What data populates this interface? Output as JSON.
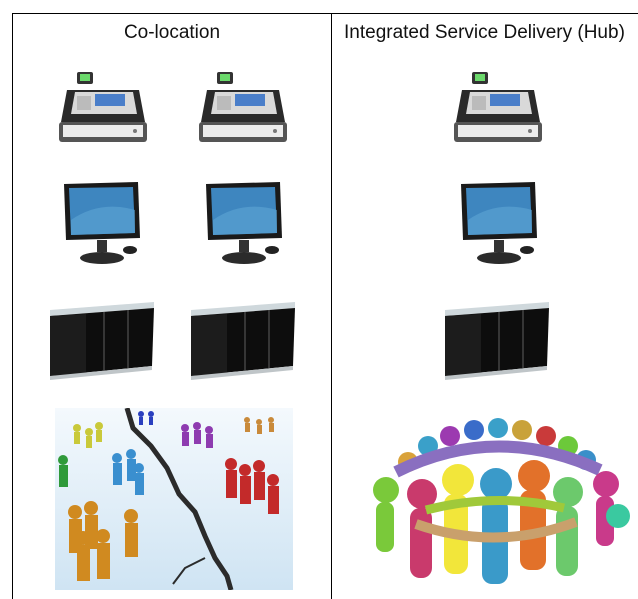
{
  "columns": [
    {
      "title": "Co-location",
      "icons": [
        "cash-register-icon",
        "cash-register-icon",
        "monitor-icon",
        "monitor-icon",
        "reception-desk-icon",
        "reception-desk-icon"
      ],
      "illustration": "divided-people-crowd-image"
    },
    {
      "title": "Integrated Service Delivery (Hub)",
      "icons": [
        "cash-register-icon",
        "monitor-icon",
        "reception-desk-icon"
      ],
      "illustration": "people-circle-holding-hands-image"
    }
  ],
  "colors": {
    "border": "#000000",
    "desk": "#111111",
    "ground": "#dfeef8",
    "crack": "#2b2b2b"
  }
}
